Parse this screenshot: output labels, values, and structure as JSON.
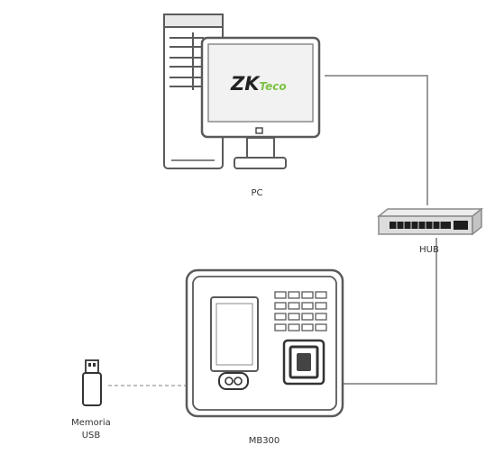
{
  "pc": {
    "label": "PC",
    "logo_text": "ZKTeco",
    "logo_main": "ZK",
    "logo_tail": "Teco"
  },
  "hub": {
    "label": "HUB"
  },
  "device": {
    "label": "MB300"
  },
  "usb": {
    "label_line1": "Memoria",
    "label_line2": "USB"
  },
  "colors": {
    "line": "#9a9a9a",
    "outline": "#5a5a5a",
    "logo_dark": "#222222",
    "logo_green": "#7cc242",
    "screen_bg": "#f2f2f2",
    "hub_body": "#dcdcdc"
  }
}
